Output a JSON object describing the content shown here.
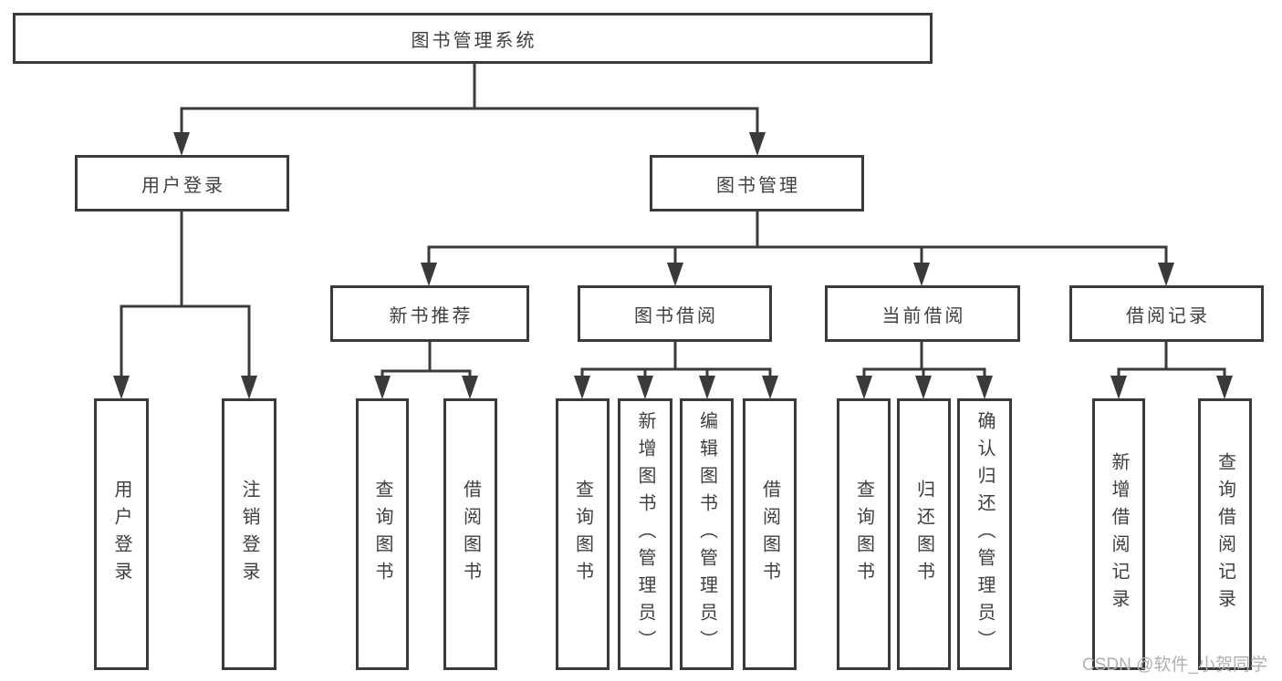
{
  "tree": {
    "root": {
      "label": "图书管理系统"
    },
    "level2": [
      {
        "label": "用户登录"
      },
      {
        "label": "图书管理"
      }
    ],
    "level3": [
      {
        "label": "新书推荐"
      },
      {
        "label": "图书借阅"
      },
      {
        "label": "当前借阅"
      },
      {
        "label": "借阅记录"
      }
    ],
    "leaves": {
      "user_login": [
        "用户登录",
        "注销登录"
      ],
      "new_book": [
        "查询图书",
        "借阅图书"
      ],
      "book_borrow": [
        "查询图书",
        "新增图书（管理员）",
        "编辑图书（管理员）",
        "借阅图书"
      ],
      "current_borrow": [
        "查询图书",
        "归还图书",
        "确认归还（管理员）"
      ],
      "borrow_record": [
        "新增借阅记录",
        "查询借阅记录"
      ]
    }
  },
  "watermark": "CSDN @软件_小贺同学",
  "colors": {
    "line": "#3a3a3a",
    "text": "#3f3f3f",
    "watermark_text": "#b0b0b0",
    "background": "#ffffff"
  }
}
